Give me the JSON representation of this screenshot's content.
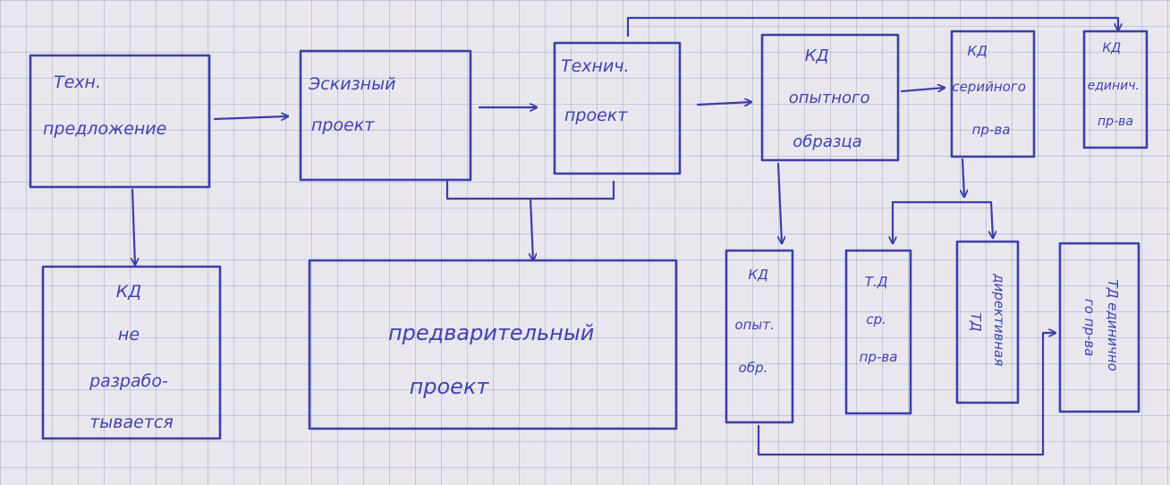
{
  "nodes": {
    "tech_proposal": [
      "Техн.",
      "предложение"
    ],
    "kd_not_developed": [
      "КД",
      "не",
      "разрабо-",
      "тывается"
    ],
    "draft_project": [
      "Эскизный",
      "проект"
    ],
    "prelim_project": [
      "предварительный",
      "проект"
    ],
    "tech_project": [
      "Технич.",
      "проект"
    ],
    "kd_prototype": [
      "КД",
      "опытного",
      "образца"
    ],
    "kd_serial": [
      "КД",
      "серийного",
      "пр-ва"
    ],
    "kd_single": [
      "КД",
      "единич.",
      "пр-ва"
    ],
    "kd_prototype_short": [
      "КД",
      "опыт.",
      "обр."
    ],
    "td_serial": [
      "Т.Д",
      "ср.",
      "пр-ва"
    ],
    "td_directive": [
      "директивная",
      "ТД"
    ],
    "td_single": [
      "ТД единично",
      "го пр-ва"
    ]
  },
  "colors": {
    "ink": "#3a3fa8",
    "paper": "#e9e6ee",
    "grid": "#8a9cbd"
  }
}
